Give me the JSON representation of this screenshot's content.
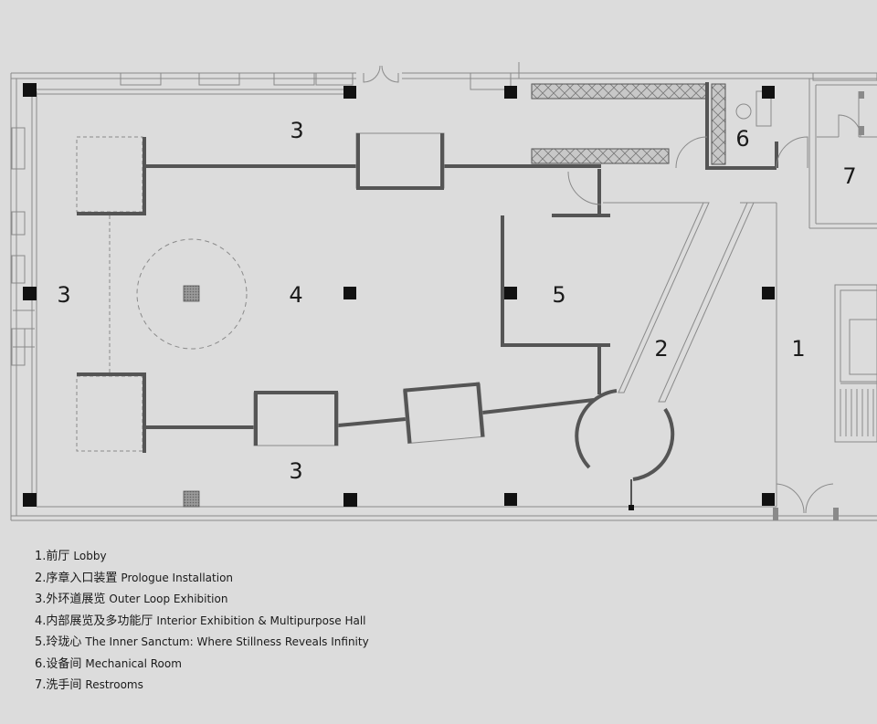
{
  "rooms": {
    "r1": "1",
    "r2": "2",
    "r3": "3",
    "r4": "4",
    "r5": "5",
    "r6": "6",
    "r7": "7"
  },
  "legend": [
    {
      "num": "1.",
      "zh": "前厅",
      "en": "Lobby"
    },
    {
      "num": "2.",
      "zh": "序章入口装置",
      "en": "Prologue Installation"
    },
    {
      "num": "3.",
      "zh": "外环道展览",
      "en": "Outer Loop Exhibition"
    },
    {
      "num": "4.",
      "zh": "内部展览及多功能厅",
      "en": "Interior Exhibition & Multipurpose Hall"
    },
    {
      "num": "5.",
      "zh": "玲珑心",
      "en": "The Inner Sanctum: Where Stillness Reveals Infinity"
    },
    {
      "num": "6.",
      "zh": "设备间",
      "en": "Mechanical Room"
    },
    {
      "num": "7.",
      "zh": "洗手间",
      "en": "Restrooms"
    }
  ],
  "colors": {
    "background": "#dcdcdc",
    "wall": "#555555",
    "column": "#111111",
    "line": "#8a8a8a"
  }
}
